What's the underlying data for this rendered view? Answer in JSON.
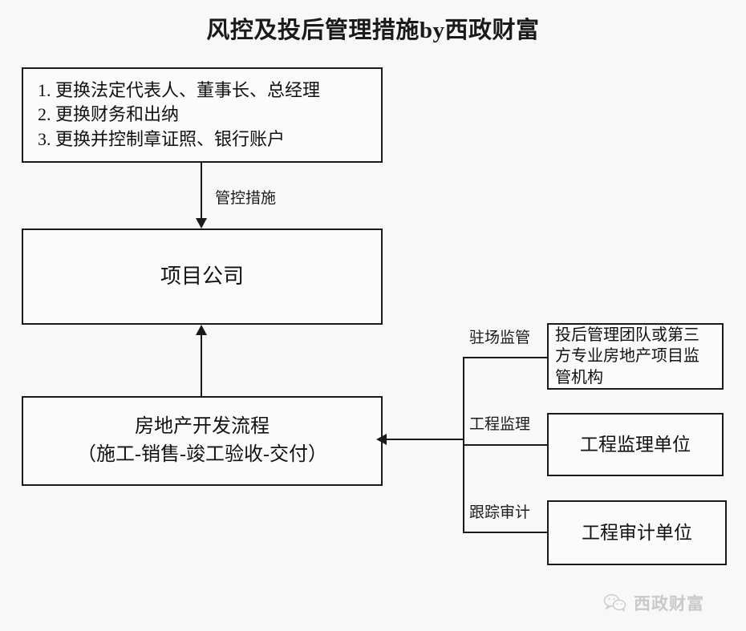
{
  "title": "风控及投后管理措施by西政财富",
  "boxes": {
    "measures": {
      "lines": [
        "1. 更换法定代表人、董事长、总经理",
        "2. 更换财务和出纳",
        "3. 更换并控制章证照、银行账户"
      ]
    },
    "project_company": {
      "label": "项目公司"
    },
    "dev_process": {
      "line1": "房地产开发流程",
      "line2": "（施工-销售-竣工验收-交付）"
    },
    "post_investment_team": {
      "line1": "投后管理团队或第三",
      "line2": "方专业房地产项目监",
      "line3": "管机构"
    },
    "supervision_unit": {
      "label": "工程监理单位"
    },
    "audit_unit": {
      "label": "工程审计单位"
    }
  },
  "edge_labels": {
    "control_measures": "管控措施",
    "onsite_supervision": "驻场监管",
    "engineering_supervision": "工程监理",
    "tracking_audit": "跟踪审计"
  },
  "watermark": {
    "text": "西政财富",
    "icon": "wechat-icon",
    "color": "#c9c9c9"
  },
  "colors": {
    "background": "#f8f8f8",
    "stroke": "#1a1a1a",
    "box_fill": "#fbfbfb",
    "text": "#111111"
  }
}
